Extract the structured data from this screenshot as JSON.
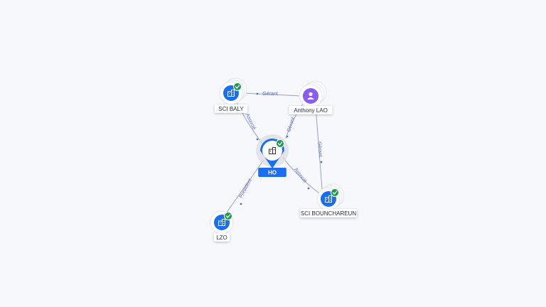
{
  "colors": {
    "company": "#1b6ef0",
    "person": "#8a5cf0",
    "check": "#1e9a4c",
    "edge": "#9aa3b8",
    "edge_label": "#5b6ad6"
  },
  "nodes": [
    {
      "id": "sci-baly",
      "label": "SCI BALY",
      "type": "company",
      "icon": "building-icon",
      "verified": true
    },
    {
      "id": "anthony-lao",
      "label": "Anthony LAO",
      "type": "person",
      "icon": "person-icon",
      "verified": false
    },
    {
      "id": "ho",
      "label": "HO",
      "type": "company-focus",
      "icon": "building-icon",
      "verified": true
    },
    {
      "id": "sci-bouchareun",
      "label": "SCI BOUNCHAREUN",
      "type": "company",
      "icon": "building-icon",
      "verified": true
    },
    {
      "id": "lzo",
      "label": "LZO",
      "type": "company",
      "icon": "building-icon",
      "verified": true
    }
  ],
  "edges": [
    {
      "from": "anthony-lao",
      "to": "sci-baly",
      "label": "Gérant"
    },
    {
      "from": "anthony-lao",
      "to": "ho",
      "label": "Gérant"
    },
    {
      "from": "anthony-lao",
      "to": "sci-bouchareun",
      "label": "Gérant"
    },
    {
      "from": "sci-baly",
      "to": "ho",
      "label": "Associé"
    },
    {
      "from": "ho",
      "to": "sci-bouchareun",
      "label": "Associé"
    },
    {
      "from": "ho",
      "to": "lzo",
      "label": "Président"
    }
  ]
}
